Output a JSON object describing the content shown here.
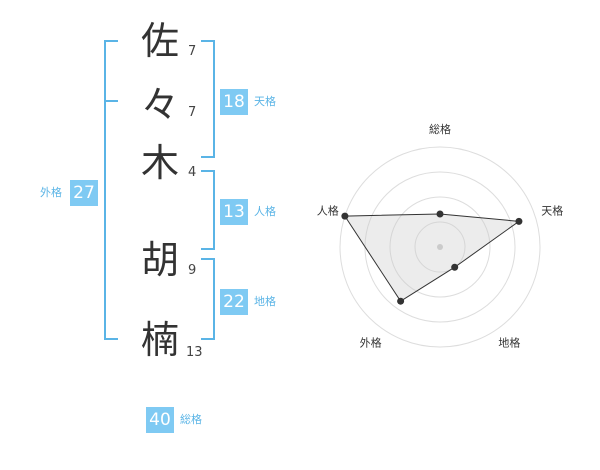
{
  "name": {
    "characters": [
      {
        "char": "佐",
        "strokes": "7"
      },
      {
        "char": "々",
        "strokes": "7"
      },
      {
        "char": "木",
        "strokes": "4"
      },
      {
        "char": "胡",
        "strokes": "9"
      },
      {
        "char": "楠",
        "strokes": "13"
      }
    ]
  },
  "scores": {
    "tenkaku": {
      "value": "18",
      "label": "天格"
    },
    "jinkaku": {
      "value": "13",
      "label": "人格"
    },
    "chikaku": {
      "value": "22",
      "label": "地格"
    },
    "gaikaku": {
      "value": "27",
      "label": "外格"
    },
    "soukaku": {
      "value": "40",
      "label": "総格"
    }
  },
  "chart_data": {
    "type": "radar",
    "axes": [
      "総格",
      "天格",
      "地格",
      "外格",
      "人格"
    ],
    "values": [
      0.33,
      0.83,
      0.25,
      0.67,
      1.0
    ],
    "rings": 4
  },
  "colors": {
    "accent": "#5ab4e6",
    "box": "#7fcaf3"
  }
}
